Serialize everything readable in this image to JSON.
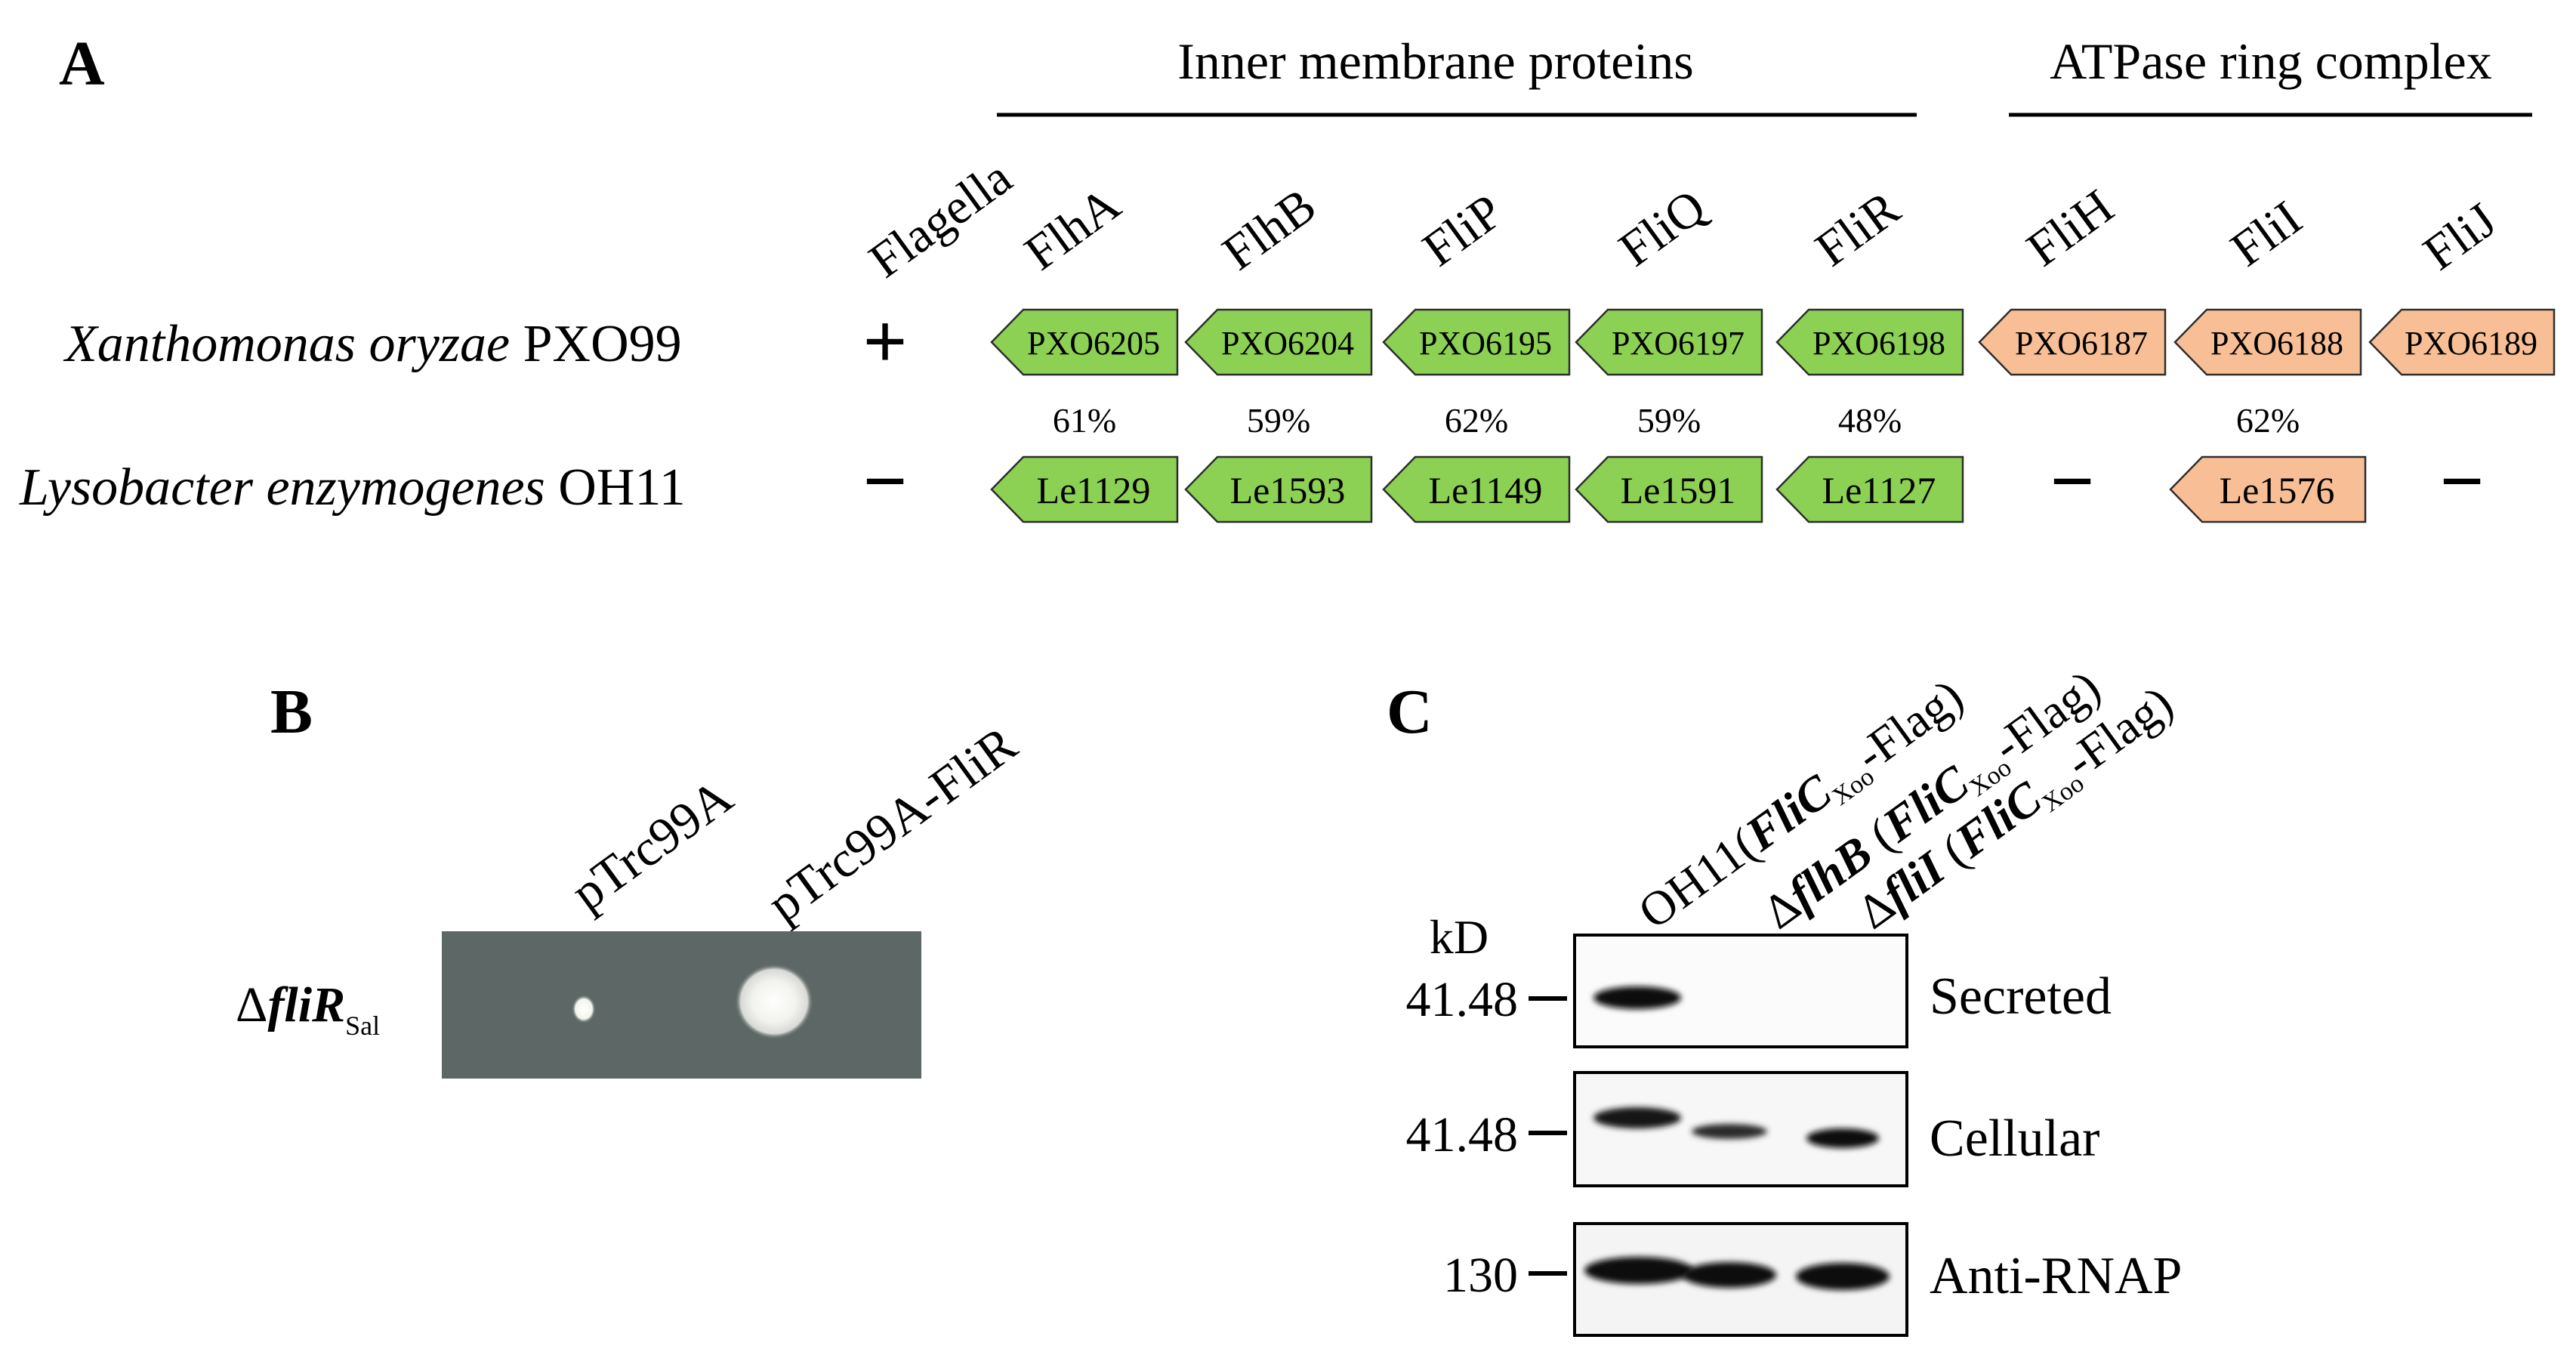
{
  "panel_a": {
    "label": "A",
    "group_inner": "Inner membrane proteins",
    "group_atpase": "ATPase ring complex",
    "flagella_header": "Flagella",
    "columns": [
      "FlhA",
      "FlhB",
      "FliP",
      "FliQ",
      "FliR",
      "FliH",
      "FliI",
      "FliJ"
    ],
    "row1": {
      "organism_italic": "Xanthomonas oryzae",
      "organism_strain": " PXO99",
      "flagella": "+",
      "genes": [
        "PXO6205",
        "PXO6204",
        "PXO6195",
        "PXO6197",
        "PXO6198",
        "PXO6187",
        "PXO6188",
        "PXO6189"
      ]
    },
    "identity": [
      "61%",
      "59%",
      "62%",
      "59%",
      "48%",
      "",
      "62%",
      ""
    ],
    "row2": {
      "organism_italic": "Lysobacter enzymogenes",
      "organism_strain": " OH11",
      "flagella": "−",
      "genes": [
        "Le1129",
        "Le1593",
        "Le1149",
        "Le1591",
        "Le1127",
        "−",
        "Le1576",
        "−"
      ]
    },
    "colors": {
      "green": "#8cd153",
      "orange": "#f8bf96",
      "outline": "#2e2e2e"
    }
  },
  "panel_b": {
    "label": "B",
    "lane1": "pTrc99A",
    "lane2": "pTrc99A-FliR",
    "strain_prefix": "Δ",
    "strain_italic": "fliR",
    "strain_sub": "Sal"
  },
  "panel_c": {
    "label": "C",
    "lanes": [
      {
        "pre": "OH11(",
        "italic": "FliC",
        "sub": "Xoo",
        "post": "-Flag)"
      },
      {
        "pre": "Δ",
        "italic": "flhB",
        "mid": " (",
        "italic2": "FliC",
        "sub": "Xoo",
        "post": "-Flag)"
      },
      {
        "pre": "Δ",
        "italic": "fliI",
        "mid": " (",
        "italic2": "FliC",
        "sub": "Xoo",
        "post": "-Flag)"
      }
    ],
    "kd_label": "kD",
    "blots": [
      {
        "marker": "41.48",
        "label": "Secreted"
      },
      {
        "marker": "41.48",
        "label": "Cellular"
      },
      {
        "marker": "130",
        "label": "Anti-RNAP"
      }
    ]
  }
}
